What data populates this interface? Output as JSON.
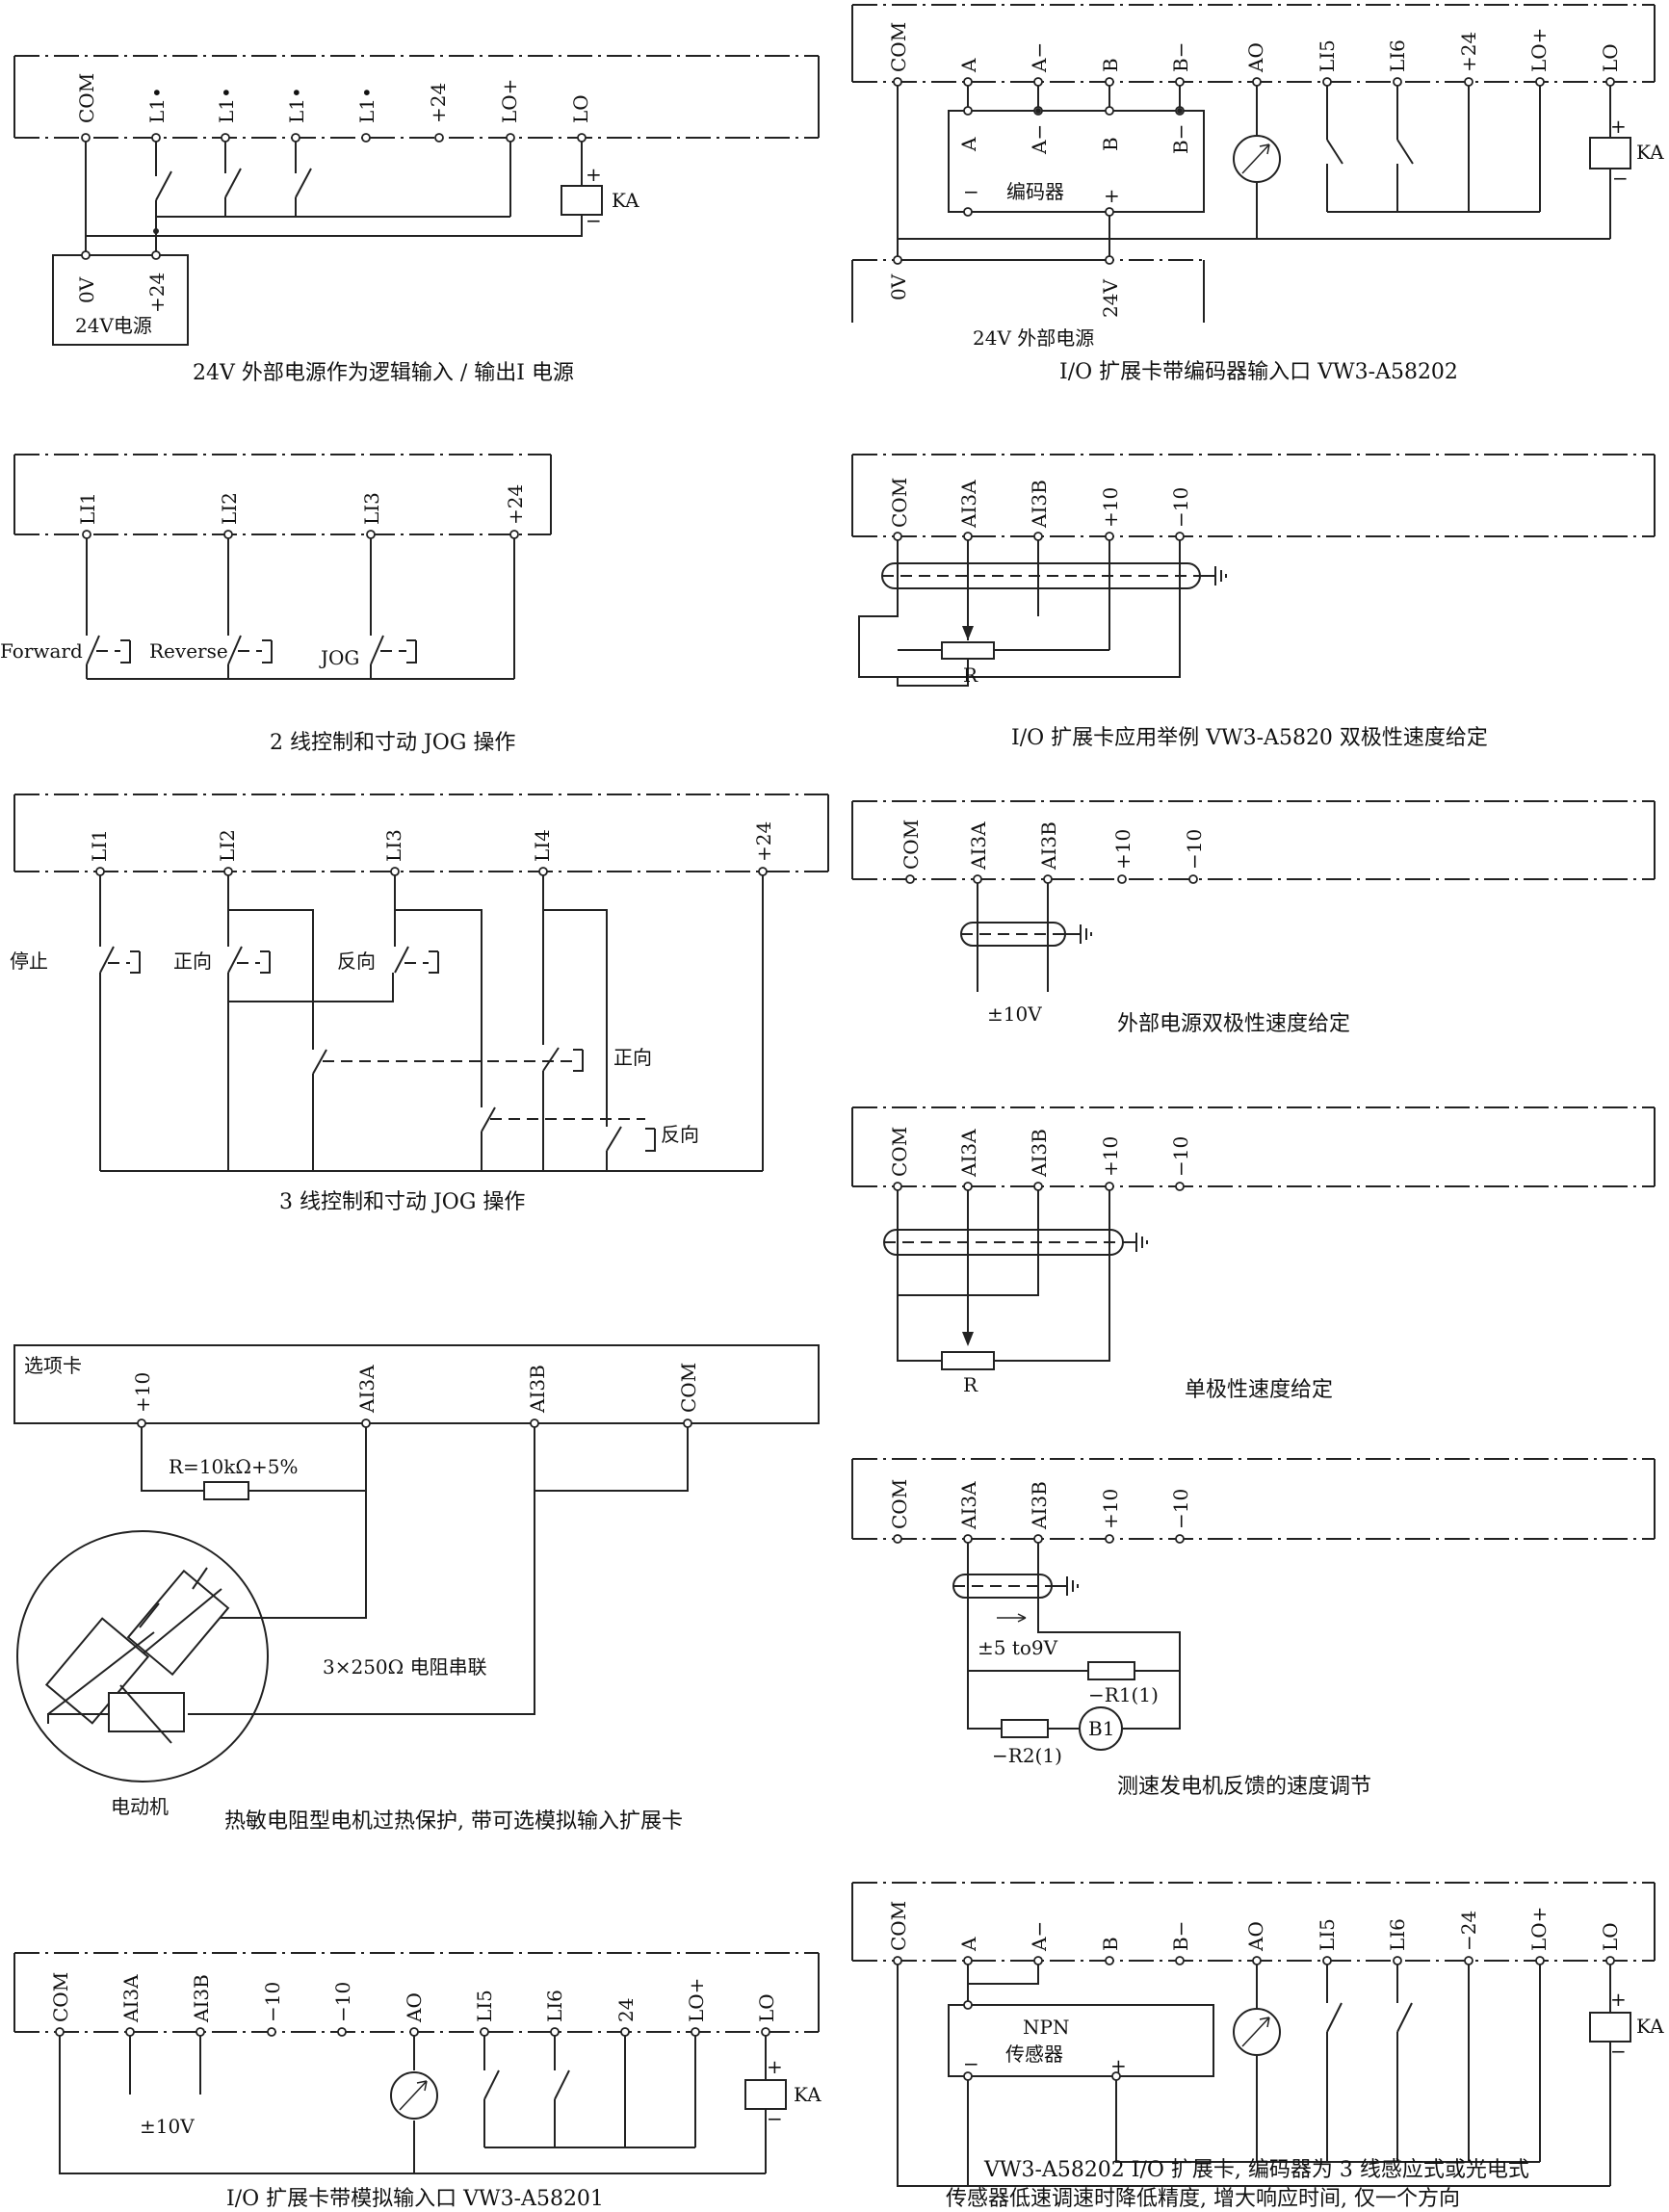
{
  "panel1": {
    "terminals": [
      "COM",
      "L1•",
      "L1•",
      "L1•",
      "L1•",
      "+24",
      "LO+",
      "LO"
    ],
    "ka": "KA",
    "psu_0v": "0V",
    "psu_24": "+24",
    "psu_name": "24V电源",
    "caption": "24V 外部电源作为逻辑输入 / 输出I 电源"
  },
  "panel2": {
    "terminals": [
      "COM",
      "A",
      "A−",
      "B",
      "B−",
      "AO",
      "LI5",
      "LI6",
      "+24",
      "LO+",
      "LO"
    ],
    "encoder_terms": [
      "A",
      "A−",
      "B",
      "B−"
    ],
    "encoder_label": "编码器",
    "minus": "−",
    "plus": "+",
    "ka": "KA",
    "ov": "0V",
    "v24": "24V",
    "psu_name": "24V 外部电源",
    "caption": "I/O 扩展卡带编码器输入口 VW3-A58202"
  },
  "panel3": {
    "terminals": [
      "LI1",
      "LI2",
      "LI3",
      "+24"
    ],
    "switches": [
      "Forward",
      "Reverse",
      "JOG"
    ],
    "caption": "2 线控制和寸动 JOG 操作"
  },
  "panel4": {
    "terminals": [
      "COM",
      "AI3A",
      "AI3B",
      "+10",
      "−10"
    ],
    "r": "R",
    "caption": "I/O 扩展卡应用举例   VW3-A5820   双极性速度给定"
  },
  "panel5": {
    "terminals": [
      "LI1",
      "LI2",
      "LI3",
      "LI4",
      "+24"
    ],
    "switches": [
      "停止",
      "正向",
      "反向"
    ],
    "aux_fwd": "正向",
    "aux_rev": "反向",
    "caption": "3 线控制和寸动 JOG 操作"
  },
  "panel6": {
    "terminals": [
      "COM",
      "AI3A",
      "AI3B",
      "+10",
      "−10"
    ],
    "supply": "±10V",
    "caption": "外部电源双极性速度给定"
  },
  "panel7": {
    "terminals": [
      "COM",
      "AI3A",
      "AI3B",
      "+10",
      "−10"
    ],
    "r": "R",
    "caption": "单极性速度给定"
  },
  "panel8": {
    "card": "选项卡",
    "terminals": [
      "+10",
      "AI3A",
      "AI3B",
      "COM"
    ],
    "resistor": "R=10kΩ+5%",
    "series": "3×250Ω 电阻串联",
    "motor": "电动机",
    "caption": "热敏电阻型电机过热保护, 带可选模拟输入扩展卡"
  },
  "panel9": {
    "terminals": [
      "COM",
      "AI3A",
      "AI3B",
      "+10",
      "−10"
    ],
    "range": "±5 to9V",
    "r1": "−R1(1)",
    "r2": "−R2(1)",
    "b1": "B1",
    "caption": "测速发电机反馈的速度调节"
  },
  "panel10": {
    "terminals": [
      "COM",
      "AI3A",
      "AI3B",
      "−10",
      "−10",
      "AO",
      "LI5",
      "LI6",
      "24",
      "LO+",
      "LO"
    ],
    "supply": "±10V",
    "ka": "KA",
    "caption": "I/O 扩展卡带模拟输入口 VW3-A58201"
  },
  "panel11": {
    "terminals": [
      "COM",
      "A",
      "A−",
      "B",
      "B−",
      "AO",
      "LI5",
      "LI6",
      "−24",
      "LO+",
      "LO"
    ],
    "sensor1": "NPN",
    "sensor2": "传感器",
    "minus": "−",
    "plus": "+",
    "ka": "KA",
    "caption1": "VW3-A58202 I/O 扩展卡, 编码器为 3 线感应式或光电式",
    "caption2": "传感器低速调速时降低精度, 增大响应时间, 仅一个方向"
  }
}
